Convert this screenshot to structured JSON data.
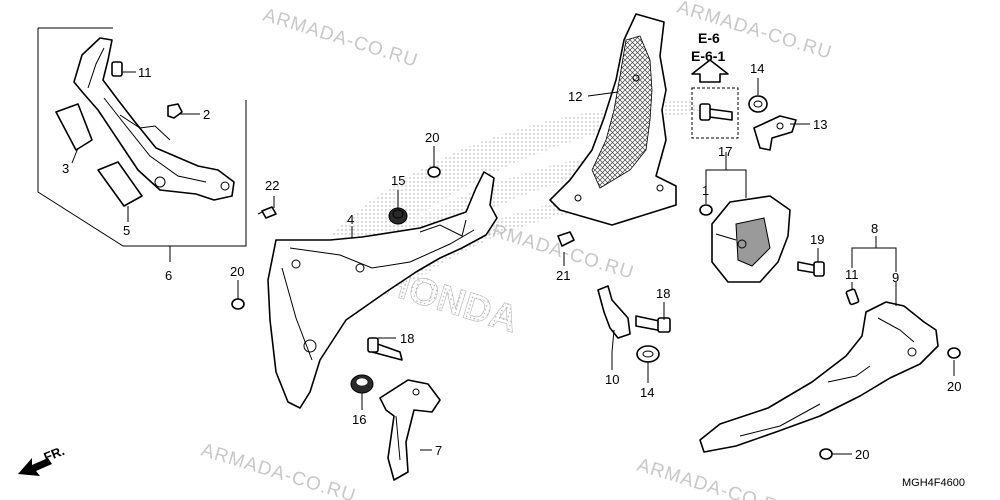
{
  "watermark": "ARMADA-CO.RU",
  "diagram_code": "MGH4F4600",
  "direction_label": "FR.",
  "reference_pages": [
    "E-6",
    "E-6-1"
  ],
  "callouts": {
    "c1": "1",
    "c2": "2",
    "c3": "3",
    "c4": "4",
    "c5": "5",
    "c6": "6",
    "c7": "7",
    "c8": "8",
    "c9": "9",
    "c10": "10",
    "c11a": "11",
    "c11b": "11",
    "c12": "12",
    "c13": "13",
    "c14a": "14",
    "c14b": "14",
    "c15": "15",
    "c16": "16",
    "c17": "17",
    "c18a": "18",
    "c18b": "18",
    "c19": "19",
    "c20a": "20",
    "c20b": "20",
    "c20c": "20",
    "c20d": "20",
    "c21": "21",
    "c22": "22"
  }
}
